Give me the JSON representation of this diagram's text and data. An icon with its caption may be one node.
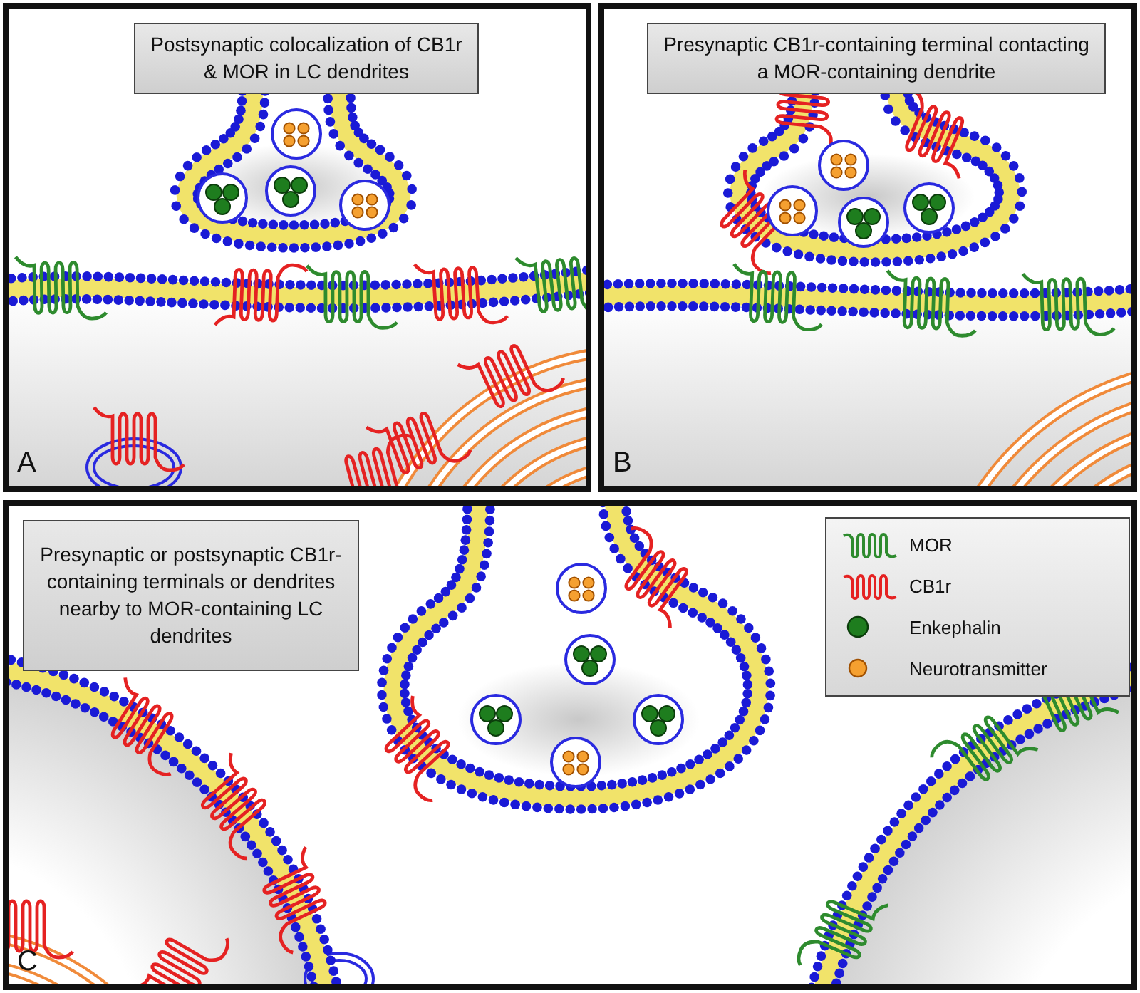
{
  "diagram": {
    "nodes": [
      {
        "text": [
          "A"
        ]
      },
      {
        "text": [
          "Postsynaptic colocalization of CB1r & MOR in LC dendrites"
        ],
        "in": 0
      },
      {
        "text": [
          "B"
        ]
      },
      {
        "text": [
          "Presynaptic CB1r-containing terminal contacting a MOR-containing dendrite"
        ],
        "in": 2
      },
      {
        "text": [
          "C"
        ]
      },
      {
        "text": [
          "Presynaptic or postsynaptic CB1r-containing terminals or dendrites nearby to MOR-containing LC dendrites"
        ],
        "in": 4
      }
    ],
    "legend": [
      {
        "text": "MOR"
      },
      {
        "text": "CB1r"
      },
      {
        "text": "Enkephalin"
      },
      {
        "text": "Neurotransmitter"
      }
    ]
  }
}
